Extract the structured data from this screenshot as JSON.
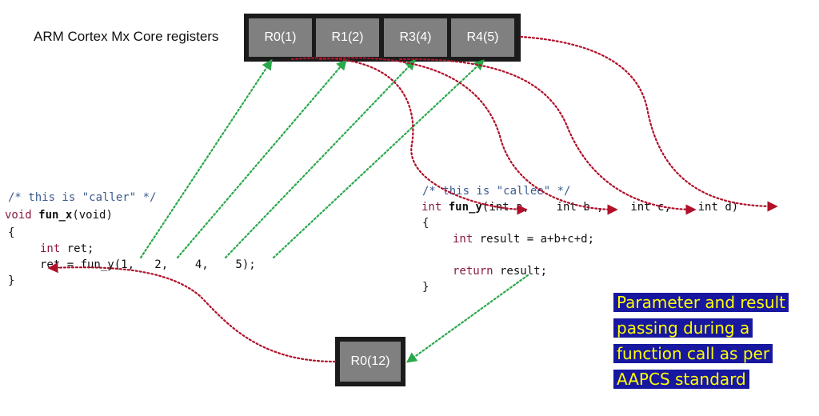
{
  "registers": {
    "label": "ARM Cortex Mx Core registers",
    "items": [
      "R0(1)",
      "R1(2)",
      "R3(4)",
      "R4(5)"
    ],
    "result": "R0(12)"
  },
  "caller": {
    "comment": "/* this is \"caller\" */",
    "sig_kw": "void",
    "sig_name": "fun_x",
    "sig_rest": "(void)",
    "open": "{",
    "decl_kw": "int",
    "decl_rest": " ret;",
    "call_line": "ret = fun_y(1,   2,    4,    5);",
    "close": "}"
  },
  "callee": {
    "comment": "/* this is \"callee\" */",
    "sig_kw": "int",
    "sig_name": "fun_y",
    "params": "(int a,    int b ,    int c,    int d)",
    "open": "{",
    "decl_kw": "int",
    "decl_rest": " result = a+b+c+d;",
    "ret_kw": "return",
    "ret_rest": " result;",
    "close": "}"
  },
  "note": {
    "lines": [
      "Parameter and result",
      "passing during a",
      "function call as per",
      "AAPCS standard"
    ]
  },
  "colors": {
    "green": "#2aa84a",
    "red": "#b0102a",
    "register_fill": "#808080",
    "register_bar": "#1b1b1b",
    "note_bg": "#1717a0",
    "note_text": "#ffff00"
  }
}
